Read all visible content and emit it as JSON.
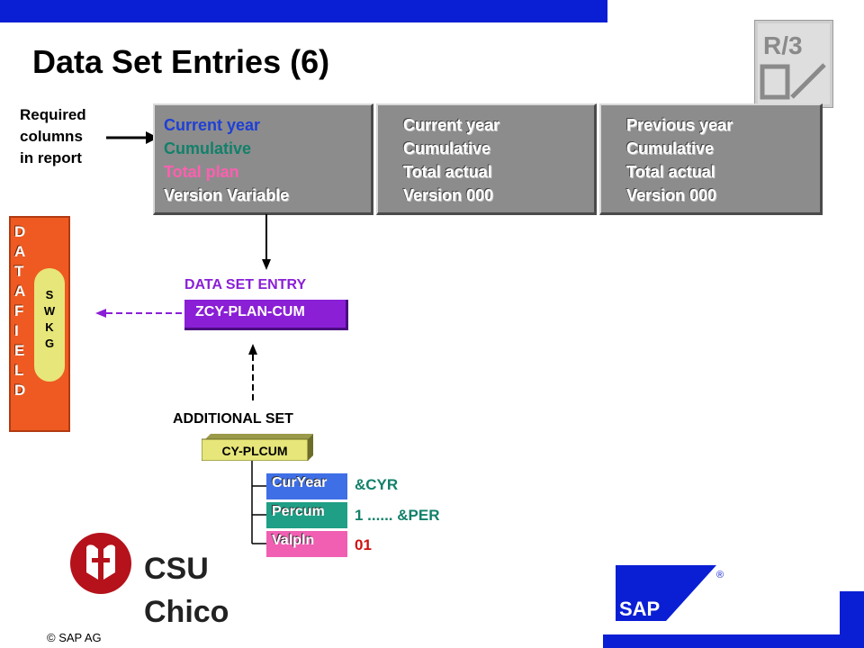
{
  "title": "Data Set Entries (6)",
  "logo_r3": "R/3",
  "required_label": [
    "Required",
    "columns",
    "in report"
  ],
  "columns": [
    {
      "lines": [
        "Current year",
        "Cumulative",
        "Total plan",
        "Version Variable"
      ]
    },
    {
      "lines": [
        "Current year",
        "Cumulative",
        "Total actual",
        "Version 000"
      ]
    },
    {
      "lines": [
        "Previous year",
        "Cumulative",
        "Total actual",
        "Version 000"
      ]
    }
  ],
  "datafield": {
    "letters": [
      "D",
      "A",
      "T",
      "A",
      "F",
      "I",
      "E",
      "L",
      "D"
    ],
    "swkg": [
      "S",
      "W",
      "K",
      "G"
    ]
  },
  "data_set_entry": {
    "label": "DATA SET ENTRY",
    "name": "ZCY-PLAN-CUM"
  },
  "additional_set": {
    "label": "ADDITIONAL SET",
    "name": "CY-PLCUM"
  },
  "attributes": [
    {
      "name": "CurYear",
      "value": "&CYR"
    },
    {
      "name": "Percum",
      "value": "1 ...... &PER"
    },
    {
      "name": "Valpln",
      "value": "01"
    }
  ],
  "csu": {
    "line1": "CSU",
    "line2": "Chico"
  },
  "sap_logo": "SAP",
  "registered": "®",
  "copyright": "© SAP AG",
  "colors": {
    "blue_bar": "#0a1fd4",
    "current_year": "#1f3fd6",
    "cumulative": "#12806a",
    "total_plan": "#ff5fb0",
    "purple": "#8a1fd6",
    "orange": "#ee5a22",
    "green_value": "#12806a",
    "red_value": "#cc1111"
  }
}
